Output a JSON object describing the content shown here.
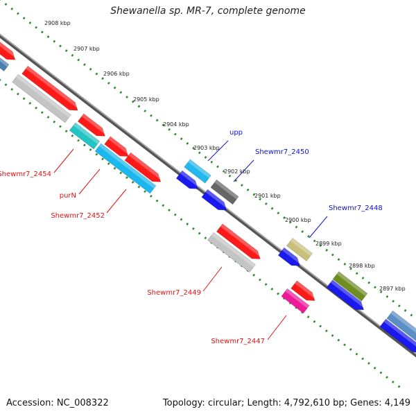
{
  "title": "Shewanella sp. MR-7, complete genome",
  "footer": {
    "accession": "Accession: NC_008322",
    "summary": "Topology: circular; Length: 4,792,610 bp; Genes: 4,149"
  },
  "colors": {
    "backbone": "#777777",
    "tick_dots": "#2e8b2e",
    "label_red": "#dd1111",
    "label_blue": "#1111cc"
  },
  "ticks": [
    "2908 kbp",
    "2907 kbp",
    "2906 kbp",
    "2905 kbp",
    "2904 kbp",
    "2903 kbp",
    "2902 kbp",
    "2901 kbp",
    "2900 kbp",
    "2899 kbp",
    "2898 kbp",
    "2897 kbp"
  ],
  "genes": [
    {
      "id": "g1",
      "color": "#ff1a1a"
    },
    {
      "id": "g2",
      "color": "#4a7fb0"
    },
    {
      "id": "g3",
      "color": "#ff1a1a"
    },
    {
      "id": "g4",
      "color": "#c4c4c4"
    },
    {
      "id": "g5",
      "color": "#ff1a1a"
    },
    {
      "id": "g6",
      "color": "#22c4c4"
    },
    {
      "id": "g7",
      "color": "#ff1a1a"
    },
    {
      "id": "g8",
      "color": "#ff1a1a"
    },
    {
      "id": "g9",
      "color": "#1ab8ee"
    },
    {
      "id": "g10",
      "color": "#22b8ee"
    },
    {
      "id": "g11",
      "color": "#1a1aee"
    },
    {
      "id": "g12",
      "color": "#666666"
    },
    {
      "id": "g13",
      "color": "#1a1aee"
    },
    {
      "id": "g14",
      "color": "#ff1a1a"
    },
    {
      "id": "g15",
      "color": "#c4c4c4"
    },
    {
      "id": "g16",
      "color": "#c8c07a"
    },
    {
      "id": "g17",
      "color": "#1a1aee"
    },
    {
      "id": "g18",
      "color": "#ff1a1a"
    },
    {
      "id": "g19",
      "color": "#ee1a9a"
    },
    {
      "id": "g20",
      "color": "#6e8e22"
    },
    {
      "id": "g21",
      "color": "#1a1aee"
    },
    {
      "id": "g22",
      "color": "#5a8ec4"
    },
    {
      "id": "g23",
      "color": "#1a1aee"
    }
  ],
  "labels": [
    {
      "text": "upp",
      "color": "#1111cc"
    },
    {
      "text": "Shewmr7_2450",
      "color": "#1111cc"
    },
    {
      "text": "Shewmr7_2448",
      "color": "#1111cc"
    },
    {
      "text": "Shewmr7_2454",
      "color": "#dd1111"
    },
    {
      "text": "purN",
      "color": "#dd1111"
    },
    {
      "text": "Shewmr7_2452",
      "color": "#dd1111"
    },
    {
      "text": "Shewmr7_2449",
      "color": "#dd1111"
    },
    {
      "text": "Shewmr7_2447",
      "color": "#dd1111"
    }
  ]
}
